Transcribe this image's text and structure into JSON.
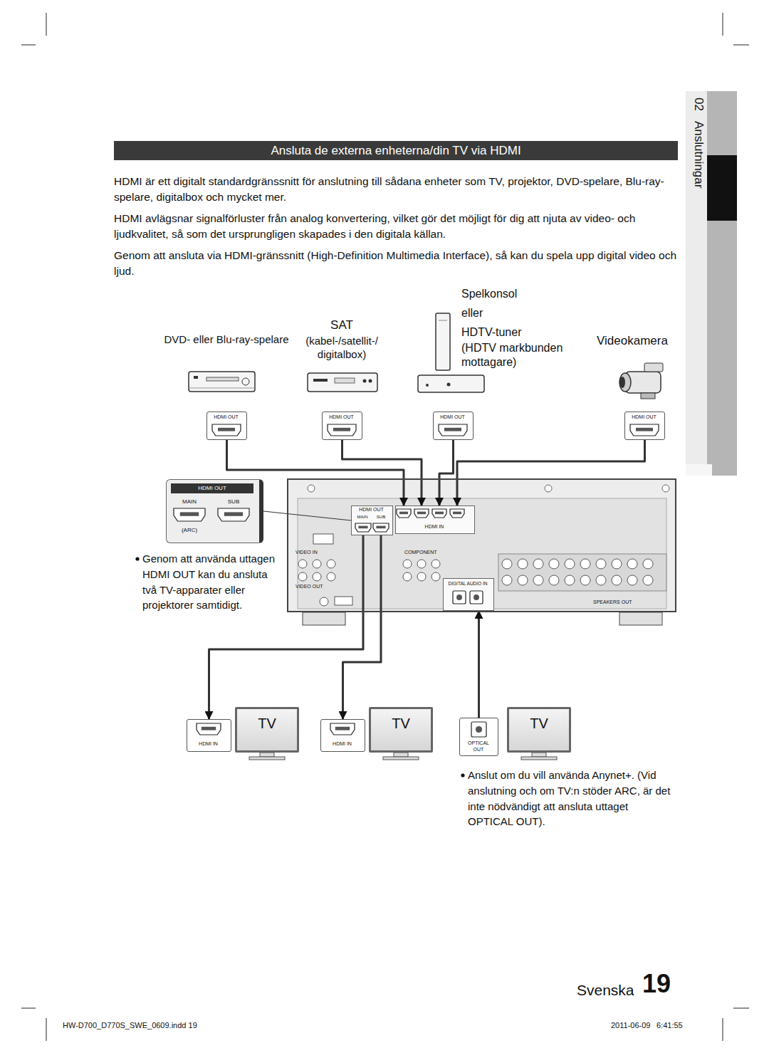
{
  "diagram": {
    "title": "Ansluta de externa enheterna/din TV via HDMI",
    "nodes": [
      {
        "text": [
          "DVD- eller Blu-ray-spelare"
        ]
      },
      {
        "text": [
          "HDMI OUT"
        ]
      },
      {
        "text": [
          "SAT",
          "(kabel-/satellit-/ digitalbox)"
        ]
      },
      {
        "text": [
          "HDMI OUT"
        ]
      },
      {
        "text": [
          "Spelkonsol",
          "eller",
          "HDTV-tuner",
          "(HDTV markbunden mottagare)"
        ]
      },
      {
        "text": [
          "HDMI OUT"
        ]
      },
      {
        "text": [
          "Videokamera"
        ]
      },
      {
        "text": [
          "HDMI OUT"
        ]
      },
      {
        "text": [
          "HDMI OUT",
          "MAIN",
          "SUB",
          "(ARC)"
        ]
      },
      {
        "text": [
          "VIDEO IN",
          "COMPONENT",
          "VIDEO OUT",
          "SPEAKERS OUT"
        ]
      },
      {
        "text": [
          "HDMI OUT",
          "MAIN",
          "SUB"
        ],
        "in": 9
      },
      {
        "text": [
          "HDMI IN"
        ],
        "in": 9
      },
      {
        "text": [
          "DIGITAL AUDIO IN"
        ],
        "in": 9
      },
      {
        "text": [
          "HDMI IN"
        ]
      },
      {
        "text": [
          "TV"
        ]
      },
      {
        "text": [
          "HDMI IN"
        ]
      },
      {
        "text": [
          "TV"
        ]
      },
      {
        "text": [
          "OPTICAL OUT"
        ]
      },
      {
        "text": [
          "TV"
        ]
      }
    ],
    "edges": [
      {
        "from": 1,
        "to": 11,
        "arrow": "to"
      },
      {
        "from": 3,
        "to": 11,
        "arrow": "to"
      },
      {
        "from": 5,
        "to": 11,
        "arrow": "to"
      },
      {
        "from": 7,
        "to": 11,
        "arrow": "to"
      },
      {
        "from": 8,
        "to": 10,
        "arrow": "none"
      },
      {
        "from": 10,
        "to": 13,
        "arrow": "to"
      },
      {
        "from": 10,
        "to": 15,
        "arrow": "to"
      },
      {
        "from": 17,
        "to": 12,
        "arrow": "to"
      }
    ],
    "labels": [
      "02",
      "Anslutningar",
      "HDMI är ett digitalt standardgränssnitt för anslutning till sådana enheter som TV, projektor, DVD-spelare, Blu-ray-spelare, digitalbox och mycket mer.",
      "HDMI avlägsnar signalförluster från analog konvertering, vilket gör det möjligt för dig att njuta av video- och ljudkvalitet, så som det ursprungligen skapades i den digitala källan.",
      "Genom att ansluta via HDMI-gränssnitt (High-Definition Multimedia Interface), så kan du spela upp digital video och ljud.",
      "Genom att använda uttagen HDMI OUT kan du ansluta två TV-apparater eller projektorer samtidigt.",
      "Anslut om du vill använda Anynet+. (Vid anslutning och om TV:n stöder ARC, är det inte nödvändigt att ansluta uttaget OPTICAL OUT).",
      "Svenska",
      "19",
      "HW-D700_D770S_SWE_0609.indd 19",
      "2011-06-09",
      "6:41:55"
    ]
  }
}
